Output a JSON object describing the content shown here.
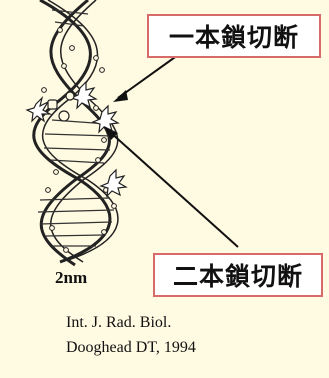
{
  "labels": {
    "single_strand_break": "一本鎖切断",
    "double_strand_break": "二本鎖切断"
  },
  "scale_label": "2nm",
  "citation": {
    "line1": "Int. J. Rad. Biol.",
    "line2": "Dooghead DT, 1994"
  },
  "colors": {
    "background": "#fffae2",
    "label_border": "#d86a6a",
    "ink": "#111111"
  }
}
